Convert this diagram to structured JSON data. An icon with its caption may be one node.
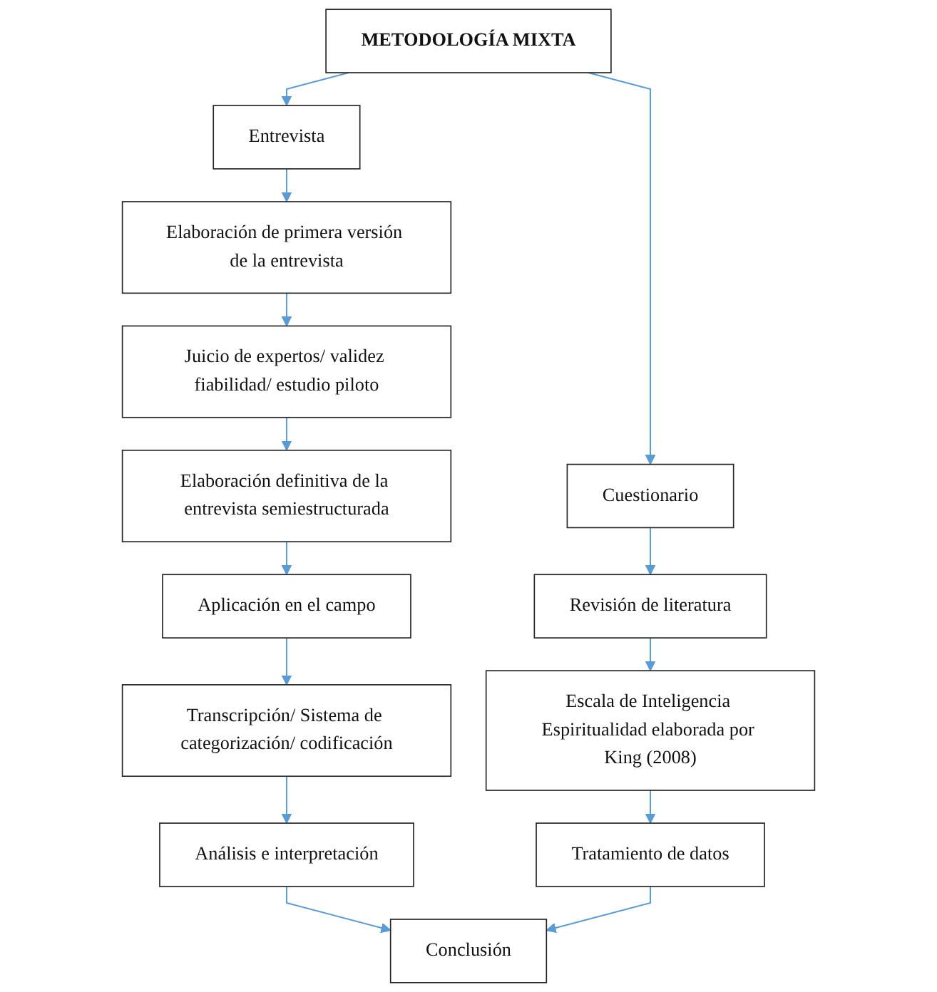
{
  "diagram": {
    "nodes": [
      {
        "text": [
          "METODOLOGÍA MIXTA"
        ]
      },
      {
        "text": [
          "Entrevista"
        ]
      },
      {
        "text": [
          "Cuestionario"
        ]
      },
      {
        "text": [
          "Elaboración de primera versión de la entrevista"
        ]
      },
      {
        "text": [
          "Juicio de expertos/ validez fiabilidad/ estudio piloto"
        ]
      },
      {
        "text": [
          "Elaboración definitiva de la entrevista semiestructurada"
        ]
      },
      {
        "text": [
          "Aplicación en el campo"
        ]
      },
      {
        "text": [
          "Transcripción/ Sistema de categorización/ codificación"
        ]
      },
      {
        "text": [
          "Análisis e interpretación"
        ]
      },
      {
        "text": [
          "Revisión de literatura"
        ]
      },
      {
        "text": [
          "Escala de Inteligencia Espiritualidad elaborada por King (2008)"
        ]
      },
      {
        "text": [
          "Tratamiento de datos"
        ]
      },
      {
        "text": [
          "Conclusión"
        ]
      }
    ],
    "edges": [
      {
        "from": 0,
        "to": 1,
        "arrow": "to"
      },
      {
        "from": 0,
        "to": 2,
        "arrow": "to"
      },
      {
        "from": 1,
        "to": 3,
        "arrow": "to"
      },
      {
        "from": 3,
        "to": 4,
        "arrow": "to"
      },
      {
        "from": 4,
        "to": 5,
        "arrow": "to"
      },
      {
        "from": 5,
        "to": 6,
        "arrow": "to"
      },
      {
        "from": 6,
        "to": 7,
        "arrow": "to"
      },
      {
        "from": 7,
        "to": 8,
        "arrow": "to"
      },
      {
        "from": 2,
        "to": 9,
        "arrow": "to"
      },
      {
        "from": 9,
        "to": 10,
        "arrow": "to"
      },
      {
        "from": 10,
        "to": 11,
        "arrow": "to"
      },
      {
        "from": 8,
        "to": 12,
        "arrow": "to"
      },
      {
        "from": 11,
        "to": 12,
        "arrow": "to"
      }
    ]
  }
}
